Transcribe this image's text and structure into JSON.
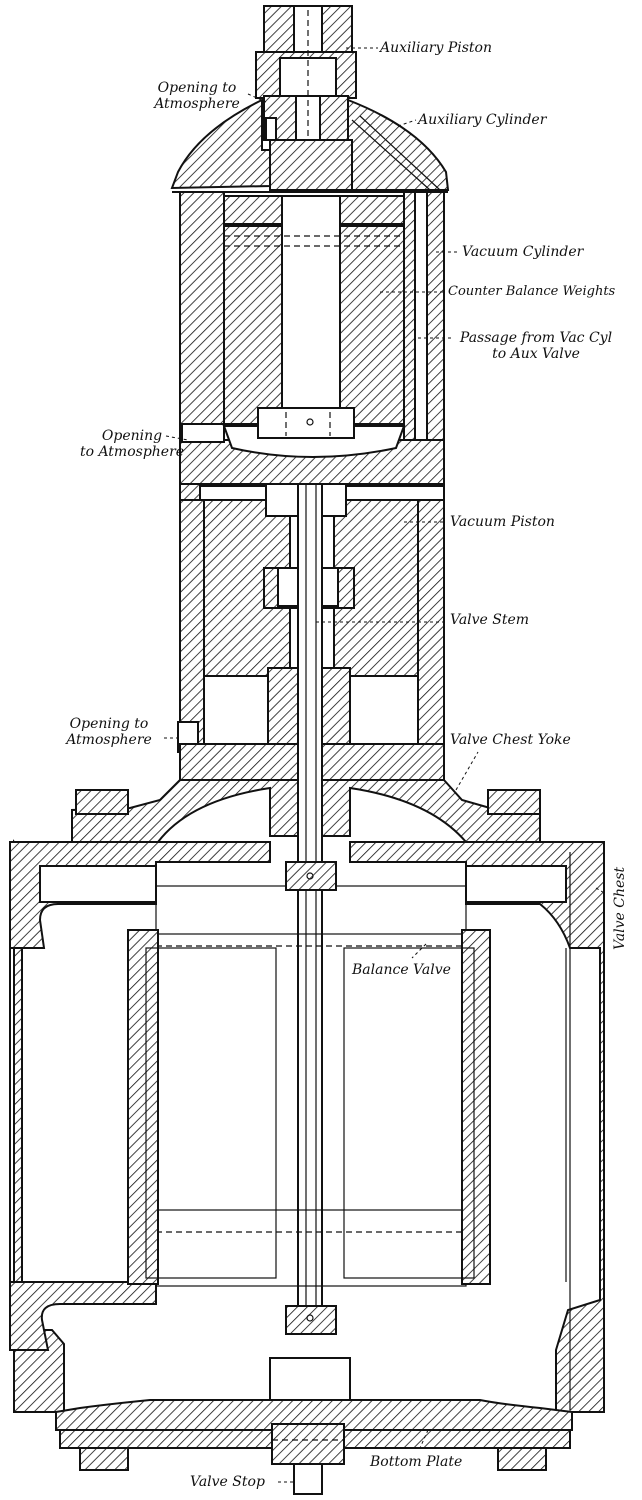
{
  "title": "Balance valve assembly with vacuum cylinder — sectional view",
  "labels": {
    "auxiliary_piston": "Auxiliary Piston",
    "opening_atmosphere_top_1": "Opening to",
    "opening_atmosphere_top_2": "Atmosphere",
    "auxiliary_cylinder": "Auxiliary Cylinder",
    "vacuum_cylinder": "Vacuum Cylinder",
    "counter_balance_weights": "Counter Balance Weights",
    "passage_1": "Passage from Vac Cyl",
    "passage_2": "to Aux Valve",
    "opening_atmosphere_mid_1": "Opening",
    "opening_atmosphere_mid_2": "to Atmosphere",
    "vacuum_piston": "Vacuum Piston",
    "valve_stem": "Valve Stem",
    "opening_atmosphere_low_1": "Opening to",
    "opening_atmosphere_low_2": "Atmosphere",
    "valve_chest_yoke": "Valve Chest Yoke",
    "valve_chest": "Valve Chest",
    "balance_valve": "Balance Valve",
    "valve_stop": "Valve Stop",
    "bottom_plate": "Bottom Plate"
  },
  "colors": {
    "ink": "#111111",
    "paper": "#ffffff"
  }
}
